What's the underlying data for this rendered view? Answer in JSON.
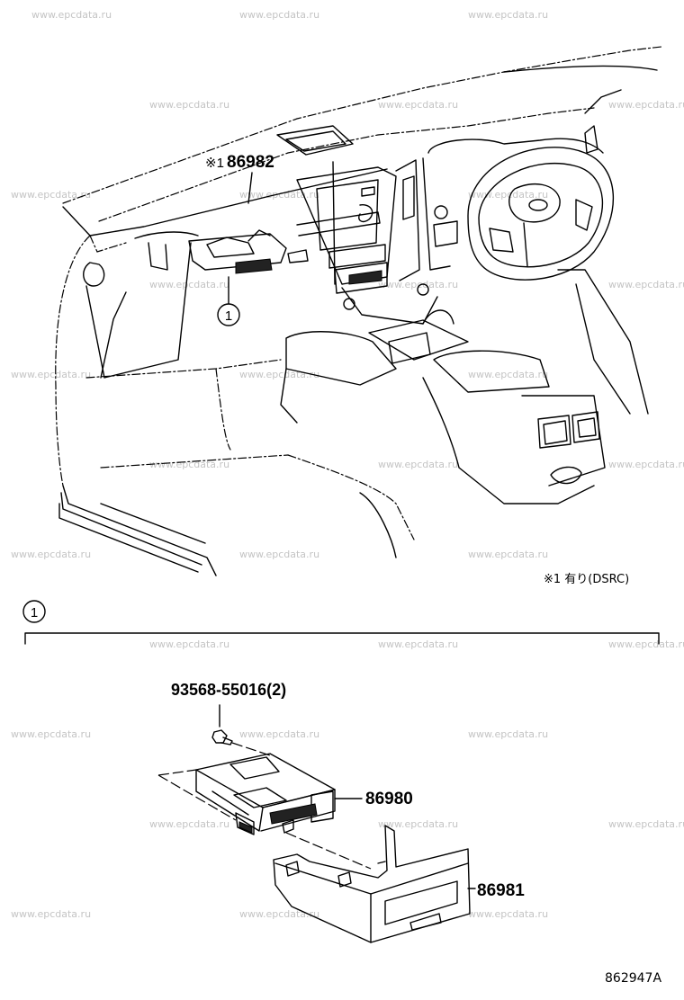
{
  "watermark_text": "www.epcdata.ru",
  "callouts": {
    "part_86982": "86982",
    "part_86982_prefix": "※1",
    "part_86980": "86980",
    "part_86981": "86981",
    "bolt": "93568-55016(2)",
    "detail_ref": "1",
    "detail_header_ref": "1"
  },
  "footnote": "※1 有り(DSRC)",
  "diagram_code": "862947A"
}
